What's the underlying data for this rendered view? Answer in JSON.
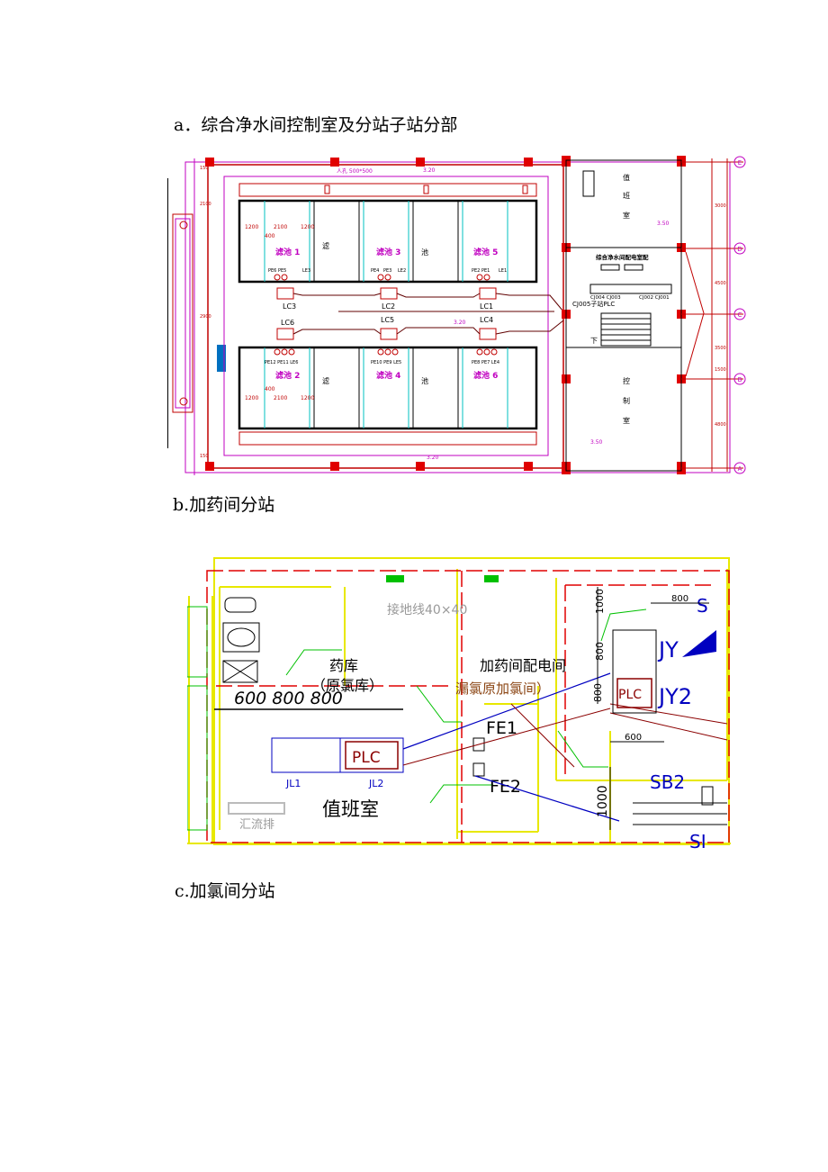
{
  "captions": {
    "a": "a．综合净水间控制室及分站子站分部",
    "b": "b.加药间分站",
    "c": "c.加氯间分站"
  },
  "figure_a": {
    "filters": [
      "滤池 1",
      "滤池 3",
      "滤池 5",
      "滤池 2",
      "滤池 4",
      "滤池 6"
    ],
    "filter_mid": "滤",
    "filter_mid2": "池",
    "lc_labels": [
      "LC3",
      "LC2",
      "LC1",
      "LC6",
      "LC5",
      "LC4"
    ],
    "pe_top": [
      "PE6 PE5",
      "PE4",
      "PE3",
      "PE2 PE1"
    ],
    "le_top": [
      "LE3",
      "LE2",
      "LE1"
    ],
    "pe_bottom": [
      "PE12 PE11 LE6",
      "PE10 PE9 LE5",
      "PE8 PE7 LE4"
    ],
    "dims": [
      "2100",
      "1200",
      "1200",
      "400",
      "2100",
      "1200",
      "1200",
      "400"
    ],
    "elev": [
      "3.20",
      "3.20",
      "3.20",
      "3.50",
      "3.50"
    ],
    "hole": "人孔 500*500",
    "rooms": {
      "duty": [
        "值",
        "班",
        "室"
      ],
      "control": [
        "控",
        "制",
        "室"
      ]
    },
    "power_room": "综合净水间配电室配",
    "panels": [
      "CJ004 CJ003",
      "CJ002 CJ001"
    ],
    "plc": "CJ005子站PLC",
    "down": "下",
    "axis": [
      "E",
      "D",
      "C",
      "B",
      "A"
    ],
    "left_dims": [
      "150",
      "2100",
      "2900",
      "150"
    ],
    "right_dims": [
      "3000",
      "4500",
      "3500",
      "1500",
      "4800"
    ]
  },
  "figure_b": {
    "ground": "接地线40×40",
    "store": "药库",
    "store_sub": "（原氯库）",
    "power": "加药间配电间",
    "power_sub": "漏氯原加氯间）",
    "dims_row": "600 800  800",
    "plc": "PLC",
    "jl1": "JL1",
    "jl2": "JL2",
    "duty": "值班室",
    "busbar": "汇流排",
    "fe1": "FE1",
    "fe2": "FE2",
    "jy1": "JY",
    "jy2": "JY2",
    "plc2": "PLC",
    "sb2": "SB2",
    "s_top": "S",
    "s_bot": "SI",
    "d800": "800",
    "d600": "600",
    "d1000a": "1000",
    "d800b": "800",
    "d800c": "800",
    "d1000b": "1000"
  }
}
